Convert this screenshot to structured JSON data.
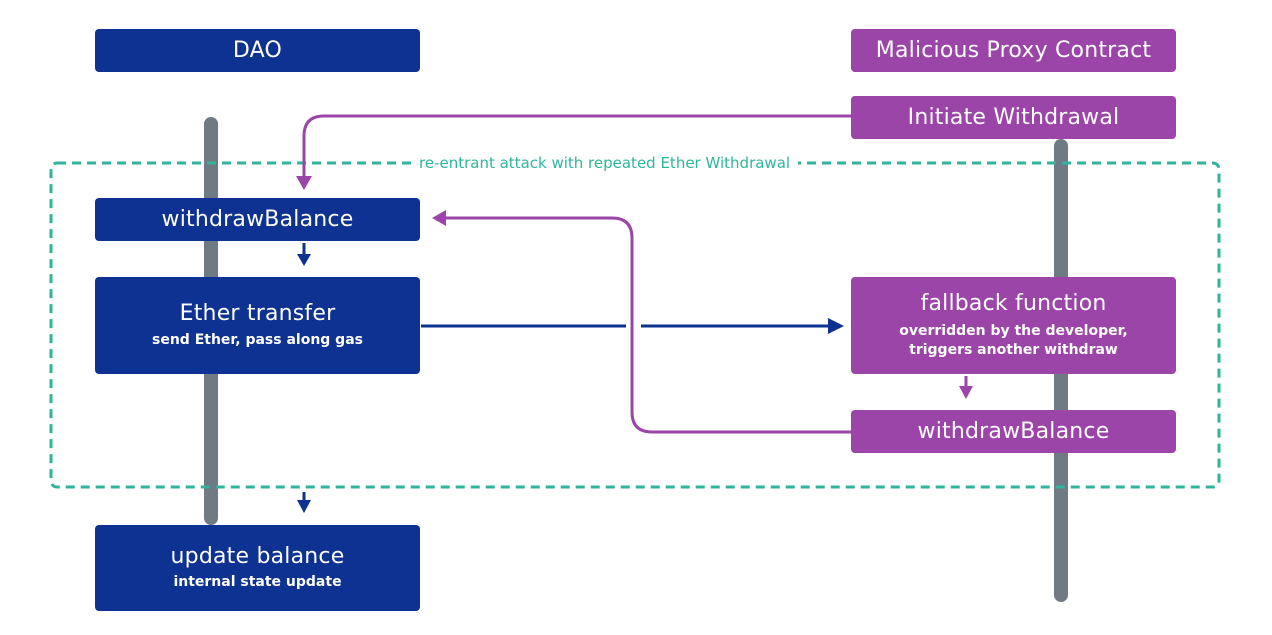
{
  "headers": {
    "dao": "DAO",
    "attacker": "Malicious Proxy Contract"
  },
  "loop": {
    "label": "re-entrant attack with repeated Ether Withdrawal"
  },
  "dao_steps": {
    "withdraw": {
      "title": "withdrawBalance"
    },
    "transfer": {
      "title": "Ether transfer",
      "subtitle": "send Ether, pass along gas"
    },
    "update": {
      "title": "update balance",
      "subtitle": "internal state update"
    }
  },
  "attacker_steps": {
    "initiate": {
      "title": "Initiate Withdrawal"
    },
    "fallback": {
      "title": "fallback function",
      "subtitle_line1": "overridden by the developer,",
      "subtitle_line2": "triggers another withdraw"
    },
    "withdraw": {
      "title": "withdrawBalance"
    }
  },
  "colors": {
    "dao_blue": "#0d3291",
    "attacker_purple": "#9b45a8",
    "lifeline_gray": "#6f7a85",
    "loop_teal": "#2fb59b"
  }
}
